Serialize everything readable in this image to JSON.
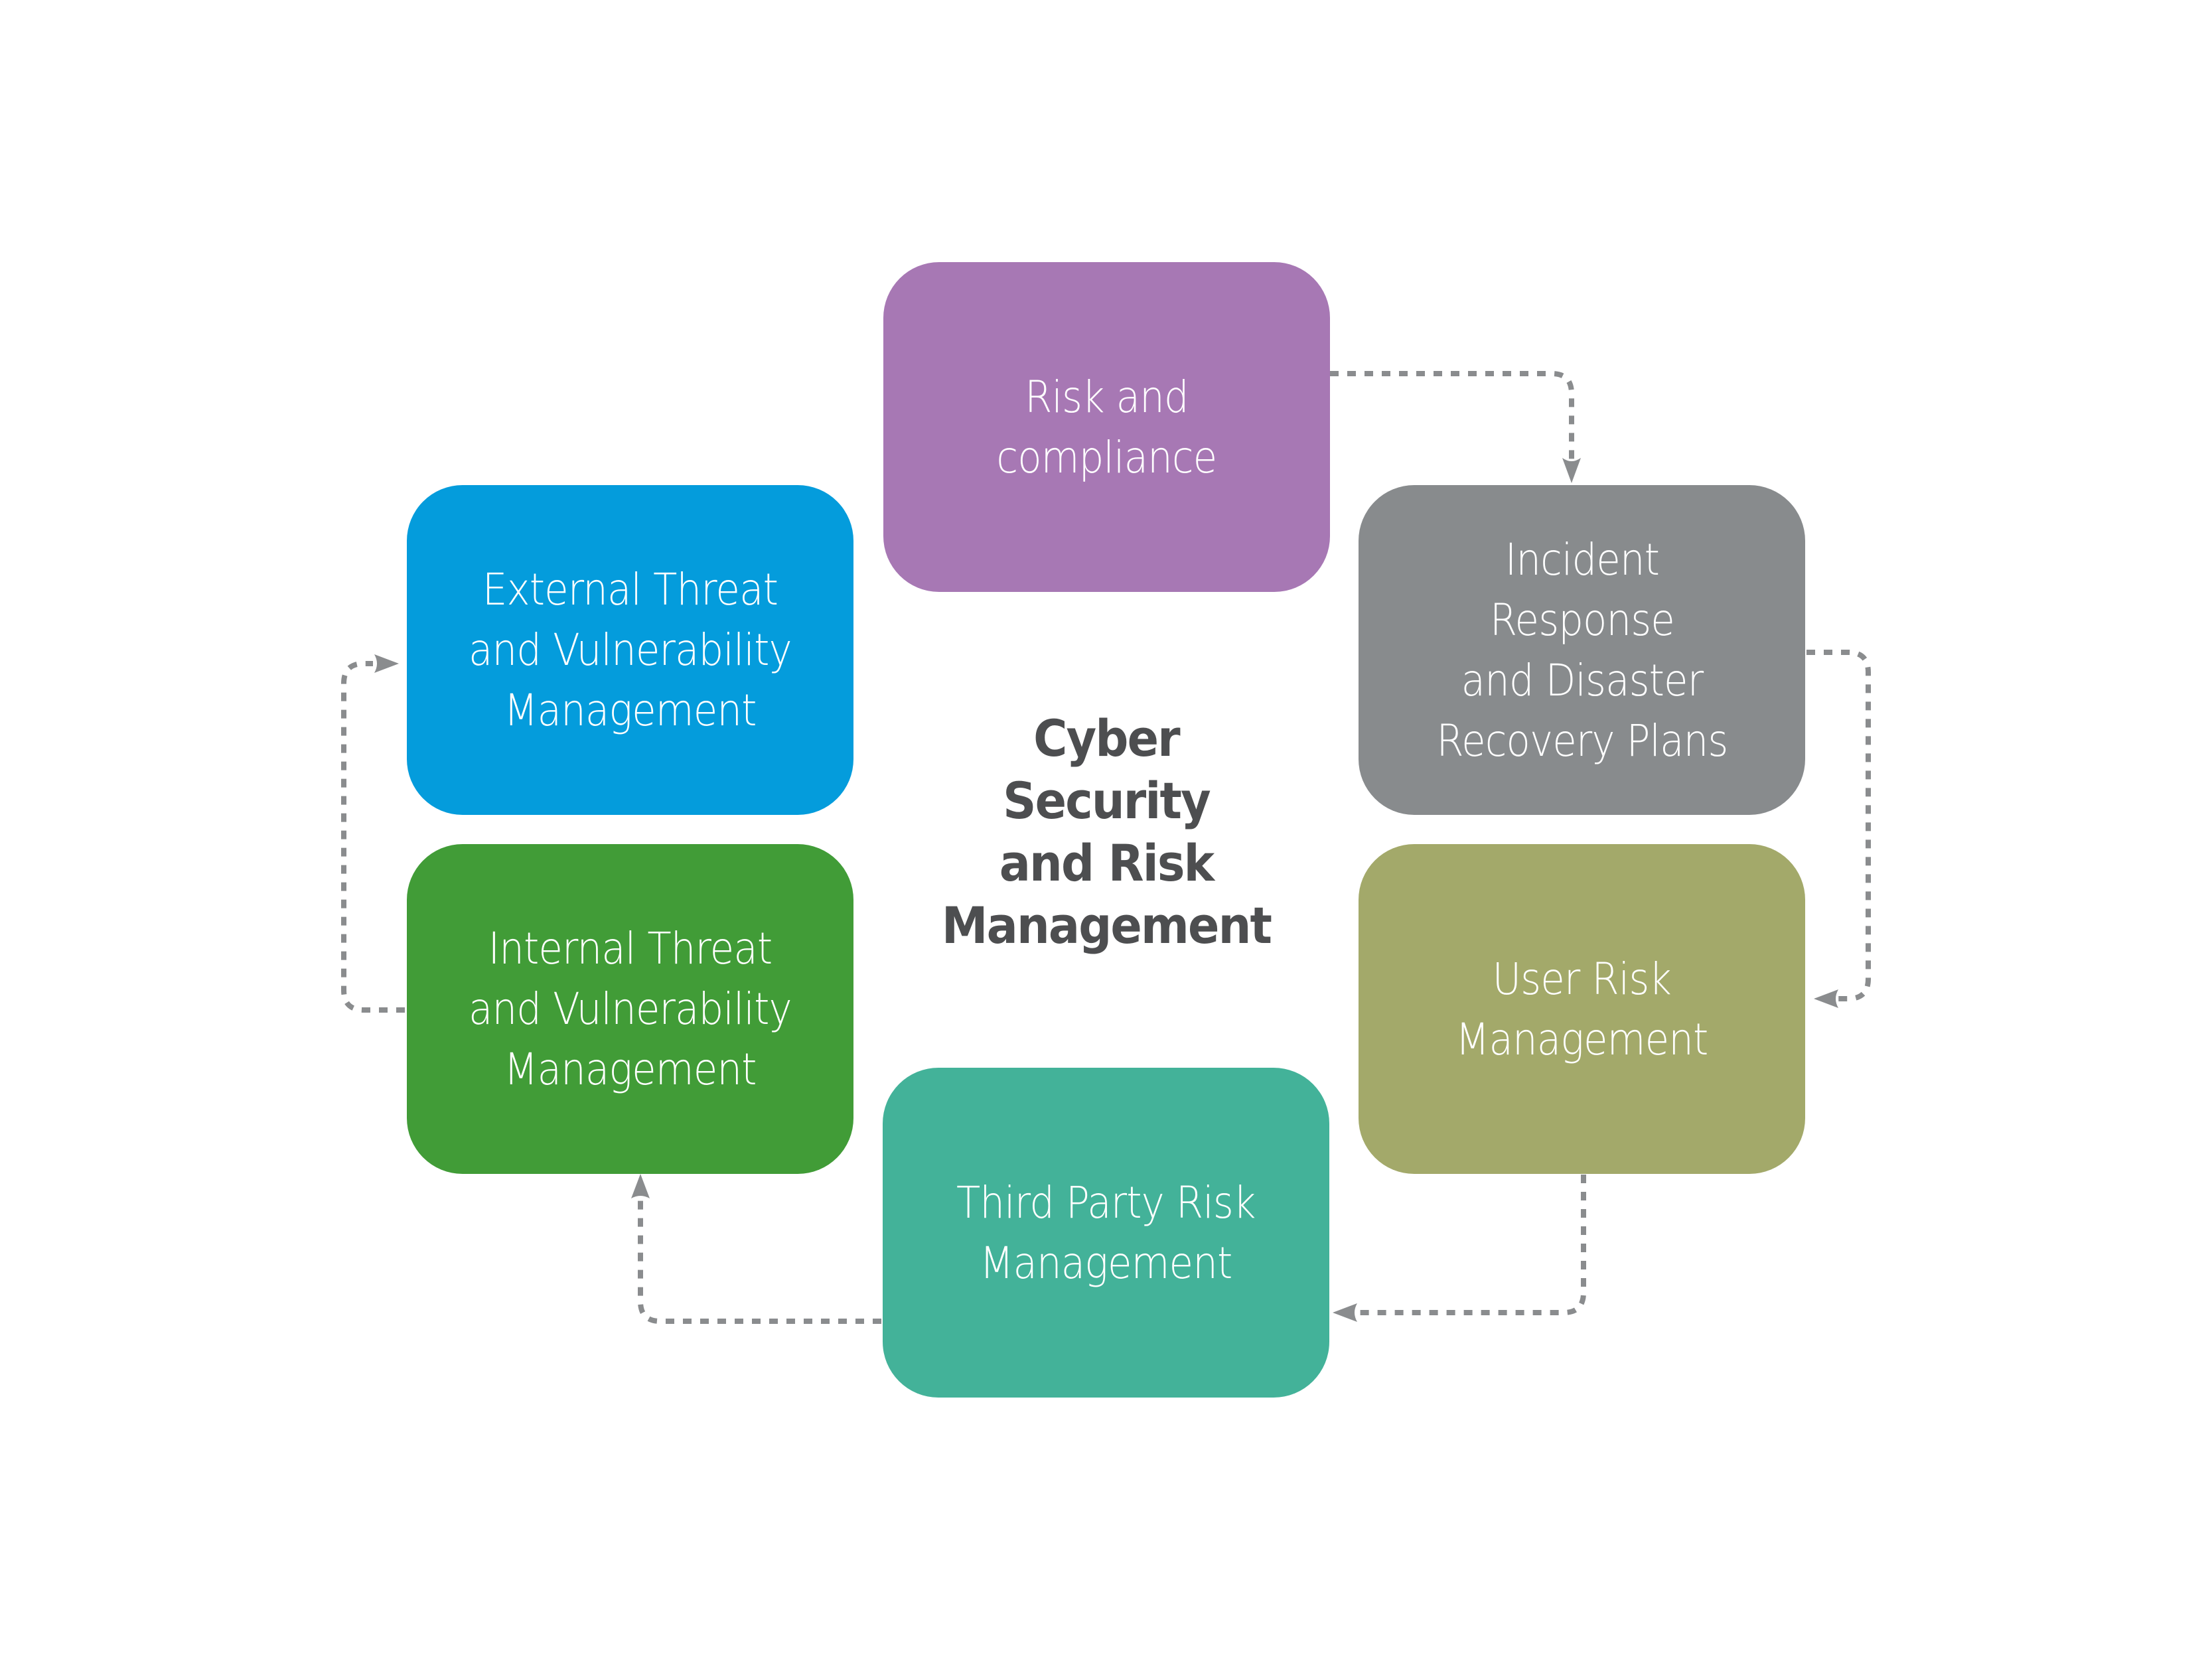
{
  "diagram": {
    "title": "Cyber\nSecurity\nand Risk\nManagement",
    "connector_color": "#8a8c8e",
    "title_color": "#4d4e50",
    "nodes": [
      {
        "id": "risk",
        "label": "Risk and\ncompliance",
        "color": "#a778b4"
      },
      {
        "id": "incident",
        "label": "Incident\nResponse\nand Disaster\nRecovery Plans",
        "color": "#888b8d"
      },
      {
        "id": "user",
        "label": "User Risk\nManagement",
        "color": "#a3a96a"
      },
      {
        "id": "thirdparty",
        "label": "Third Party Risk\nManagement",
        "color": "#43b299"
      },
      {
        "id": "internal",
        "label": "Internal Threat\nand Vulnerability\nManagement",
        "color": "#419c37"
      },
      {
        "id": "external",
        "label": "External Threat\nand Vulnerability\nManagement",
        "color": "#049cdc"
      }
    ],
    "edges": [
      {
        "from": "risk",
        "to": "incident",
        "style": "dashed"
      },
      {
        "from": "incident",
        "to": "user",
        "style": "dashed"
      },
      {
        "from": "user",
        "to": "thirdparty",
        "style": "dashed"
      },
      {
        "from": "thirdparty",
        "to": "internal",
        "style": "dashed"
      },
      {
        "from": "internal",
        "to": "external",
        "style": "dashed"
      }
    ]
  }
}
